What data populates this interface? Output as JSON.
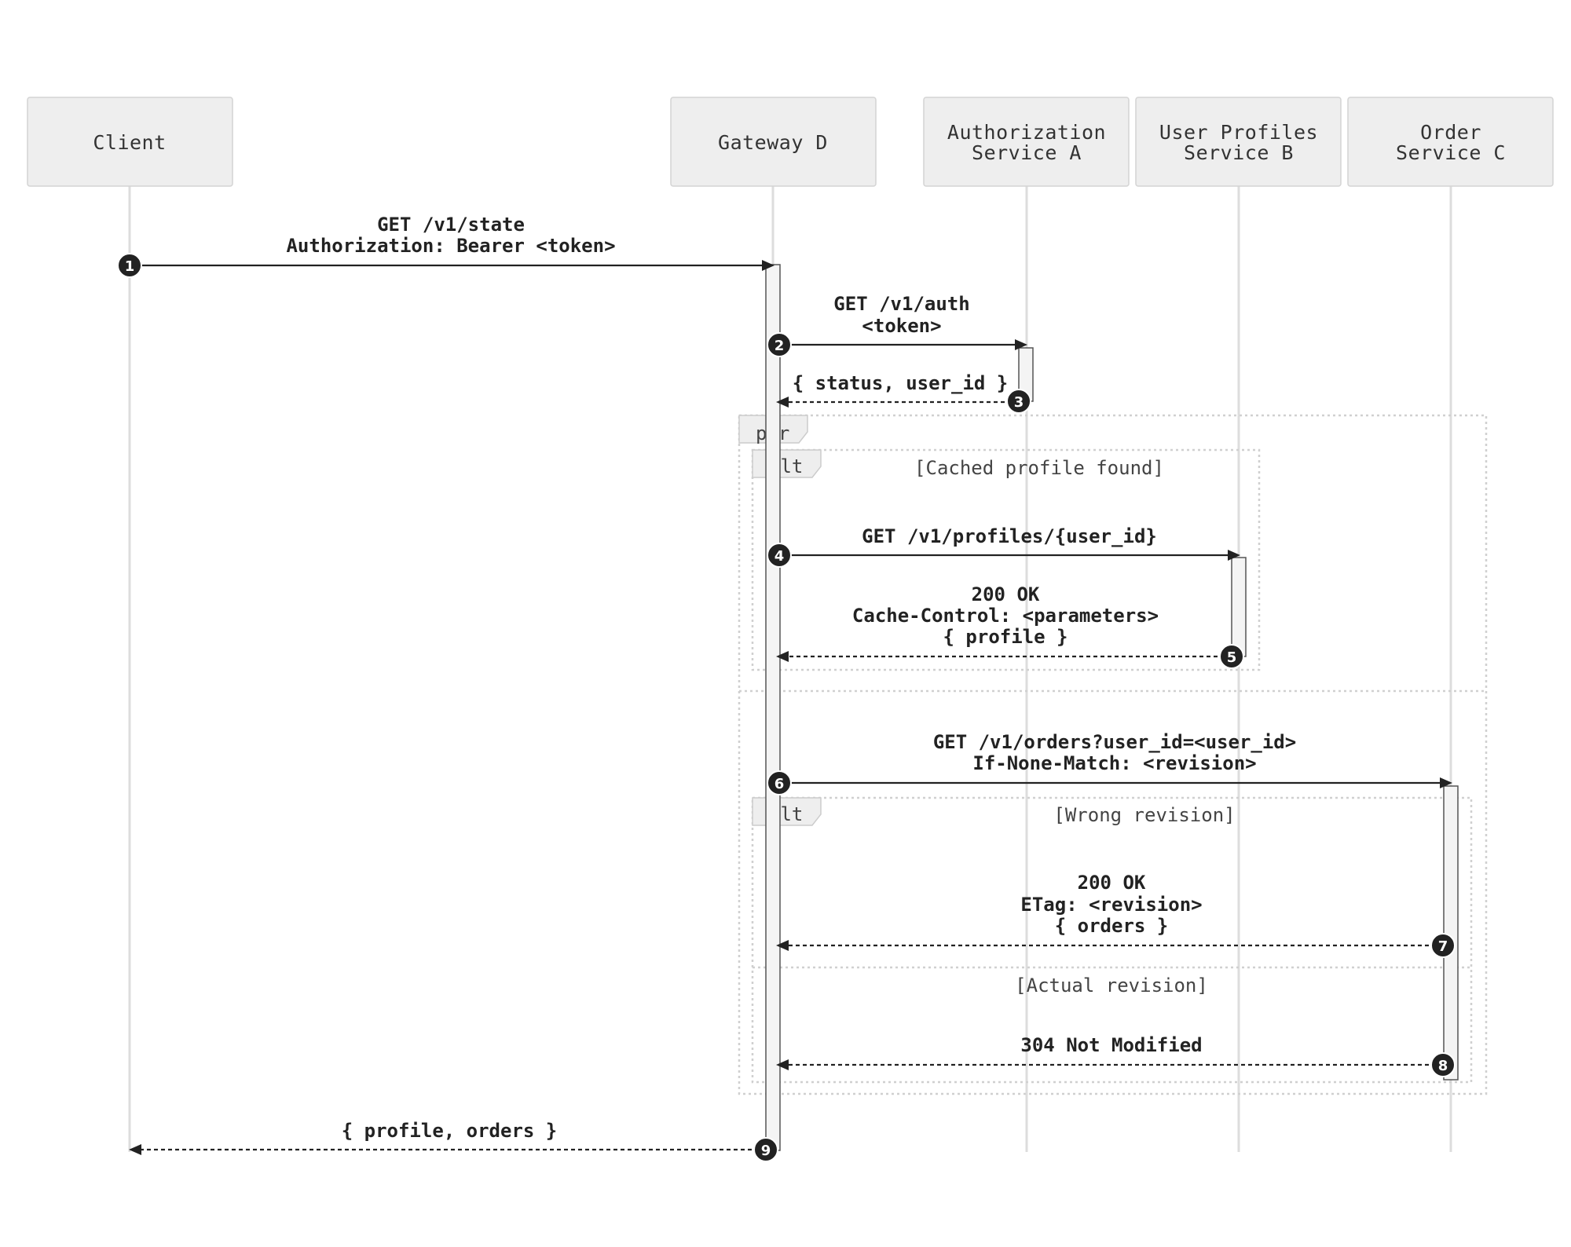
{
  "actors": [
    {
      "id": "client",
      "lines": [
        "Client"
      ]
    },
    {
      "id": "gateway",
      "lines": [
        "Gateway D"
      ]
    },
    {
      "id": "auth",
      "lines": [
        "Authorization",
        "Service A"
      ]
    },
    {
      "id": "profiles",
      "lines": [
        "User Profiles",
        "Service B"
      ]
    },
    {
      "id": "orders",
      "lines": [
        "Order",
        "Service C"
      ]
    }
  ],
  "fragments": {
    "par": {
      "label": "par"
    },
    "alt_profile": {
      "label": "alt",
      "guard": "[Cached profile found]"
    },
    "alt_orders": {
      "label": "alt",
      "guard_1": "[Wrong revision]",
      "guard_2": "[Actual revision]"
    }
  },
  "messages": [
    {
      "step": "1",
      "from": "client",
      "to": "gateway",
      "style": "solid",
      "lines": [
        "GET /v1/state",
        "Authorization: Bearer <token>"
      ]
    },
    {
      "step": "2",
      "from": "gateway",
      "to": "auth",
      "style": "solid",
      "lines": [
        "GET /v1/auth",
        "<token>"
      ]
    },
    {
      "step": "3",
      "from": "auth",
      "to": "gateway",
      "style": "dashed",
      "lines": [
        "{ status, user_id }"
      ]
    },
    {
      "step": "4",
      "from": "gateway",
      "to": "profiles",
      "style": "solid",
      "lines": [
        "GET /v1/profiles/{user_id}"
      ]
    },
    {
      "step": "5",
      "from": "profiles",
      "to": "gateway",
      "style": "dashed",
      "lines": [
        "200 OK",
        "Cache-Control: <parameters>",
        "{ profile }"
      ]
    },
    {
      "step": "6",
      "from": "gateway",
      "to": "orders",
      "style": "solid",
      "lines": [
        "GET /v1/orders?user_id=<user_id>",
        "If-None-Match: <revision>"
      ]
    },
    {
      "step": "7",
      "from": "orders",
      "to": "gateway",
      "style": "dashed",
      "lines": [
        "200 OK",
        "ETag: <revision>",
        "{ orders }"
      ]
    },
    {
      "step": "8",
      "from": "orders",
      "to": "gateway",
      "style": "dashed",
      "lines": [
        "304 Not Modified"
      ]
    },
    {
      "step": "9",
      "from": "gateway",
      "to": "client",
      "style": "dashed",
      "lines": [
        "{ profile, orders }"
      ]
    }
  ]
}
